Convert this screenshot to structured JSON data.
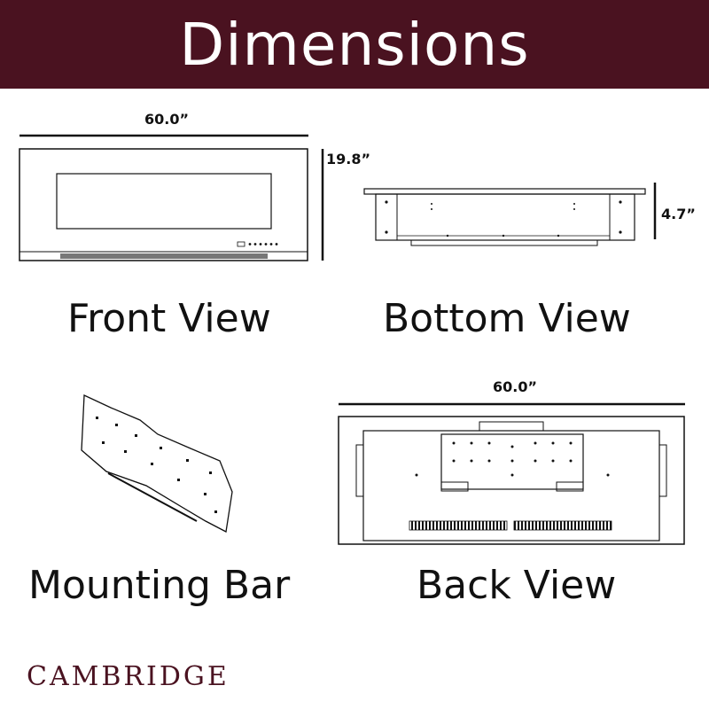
{
  "header": {
    "title": "Dimensions"
  },
  "front_view": {
    "label": "Front View",
    "width_label": "60.0”",
    "height_label": "19.8”"
  },
  "bottom_view": {
    "label": "Bottom View",
    "depth_label": "4.7”"
  },
  "mounting_bar": {
    "label": "Mounting Bar"
  },
  "back_view": {
    "label": "Back View",
    "width_label": "60.0”"
  },
  "brand": {
    "name": "CAMBRIDGE"
  },
  "colors": {
    "header_bg": "#4a1220",
    "brand": "#4a1220",
    "line": "#111111"
  }
}
